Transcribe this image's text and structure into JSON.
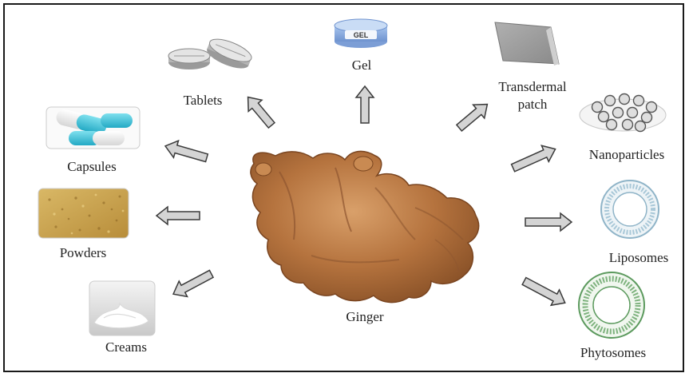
{
  "center": {
    "label": "Ginger",
    "icon": "ginger-root-icon"
  },
  "dosage_forms": [
    {
      "id": "tablets",
      "label": "Tablets",
      "icon": "tablets-icon"
    },
    {
      "id": "gel",
      "label": "Gel",
      "icon": "gel-jar-icon",
      "icon_text": "GEL"
    },
    {
      "id": "transdermal-patch",
      "label_line1": "Transdermal",
      "label_line2": "patch",
      "icon": "patch-icon"
    },
    {
      "id": "capsules",
      "label": "Capsules",
      "icon": "capsules-icon"
    },
    {
      "id": "nanoparticles",
      "label": "Nanoparticles",
      "icon": "nanoparticles-icon"
    },
    {
      "id": "powders",
      "label": "Powders",
      "icon": "powder-icon"
    },
    {
      "id": "liposomes",
      "label": "Liposomes",
      "icon": "liposome-icon"
    },
    {
      "id": "creams",
      "label": "Creams",
      "icon": "cream-icon"
    },
    {
      "id": "phytosomes",
      "label": "Phytosomes",
      "icon": "phytosome-icon"
    }
  ],
  "colors": {
    "frame": "#1a1a1a",
    "arrow_fill": "#d4d4d4",
    "arrow_stroke": "#3a3a3a",
    "ginger": "#b5733e",
    "capsule_cyan": "#3fc7dd",
    "liposome_blue": "#8fb4c8",
    "phytosome_green": "#5c9a5e"
  }
}
